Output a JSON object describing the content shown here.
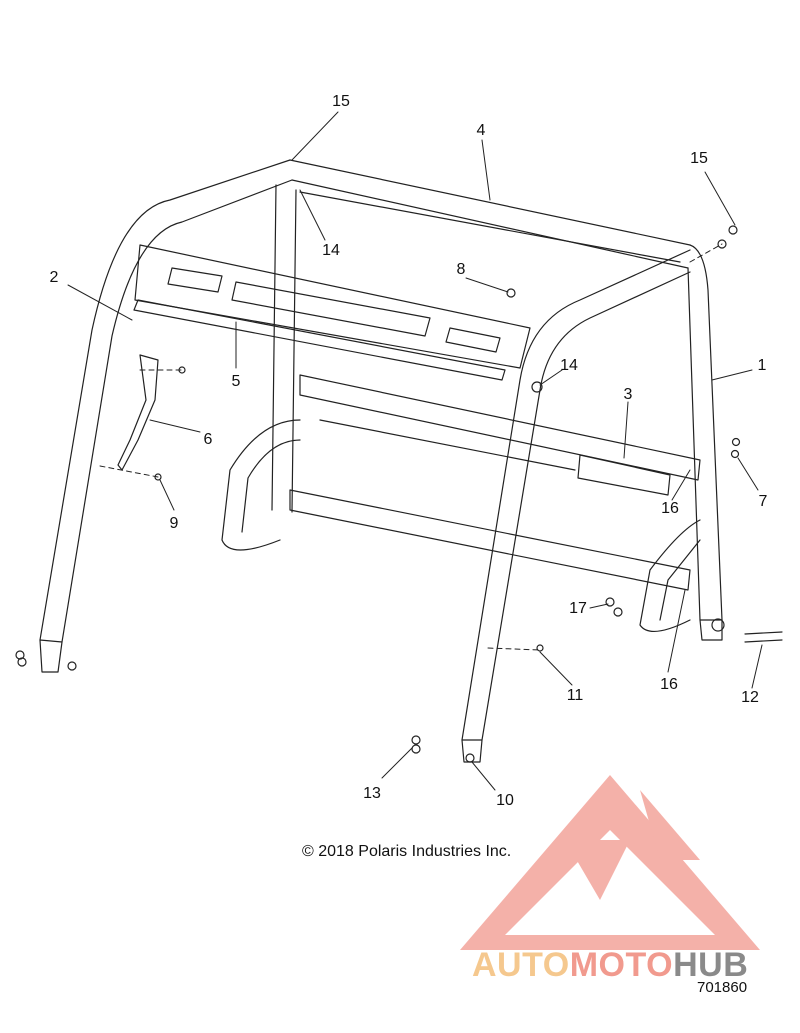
{
  "callouts": [
    {
      "id": "c15a",
      "label": "15"
    },
    {
      "id": "c4",
      "label": "4"
    },
    {
      "id": "c15b",
      "label": "15"
    },
    {
      "id": "c14a",
      "label": "14"
    },
    {
      "id": "c2",
      "label": "2"
    },
    {
      "id": "c8",
      "label": "8"
    },
    {
      "id": "c1",
      "label": "1"
    },
    {
      "id": "c5",
      "label": "5"
    },
    {
      "id": "c14b",
      "label": "14"
    },
    {
      "id": "c3",
      "label": "3"
    },
    {
      "id": "c6",
      "label": "6"
    },
    {
      "id": "c7",
      "label": "7"
    },
    {
      "id": "c9",
      "label": "9"
    },
    {
      "id": "c16a",
      "label": "16"
    },
    {
      "id": "c17",
      "label": "17"
    },
    {
      "id": "c11",
      "label": "11"
    },
    {
      "id": "c16b",
      "label": "16"
    },
    {
      "id": "c12",
      "label": "12"
    },
    {
      "id": "c13",
      "label": "13"
    },
    {
      "id": "c10",
      "label": "10"
    }
  ],
  "copyright": "© 2018 Polaris Industries Inc.",
  "diagram_number": "701860",
  "watermark": {
    "part1": "AUTO",
    "part2": "MOTO",
    "part3": "HUB",
    "colors": {
      "auto": "#f5c88e",
      "moto": "#f19a8e",
      "hub": "#8a8a8a",
      "triangle": "#f08c82"
    }
  }
}
